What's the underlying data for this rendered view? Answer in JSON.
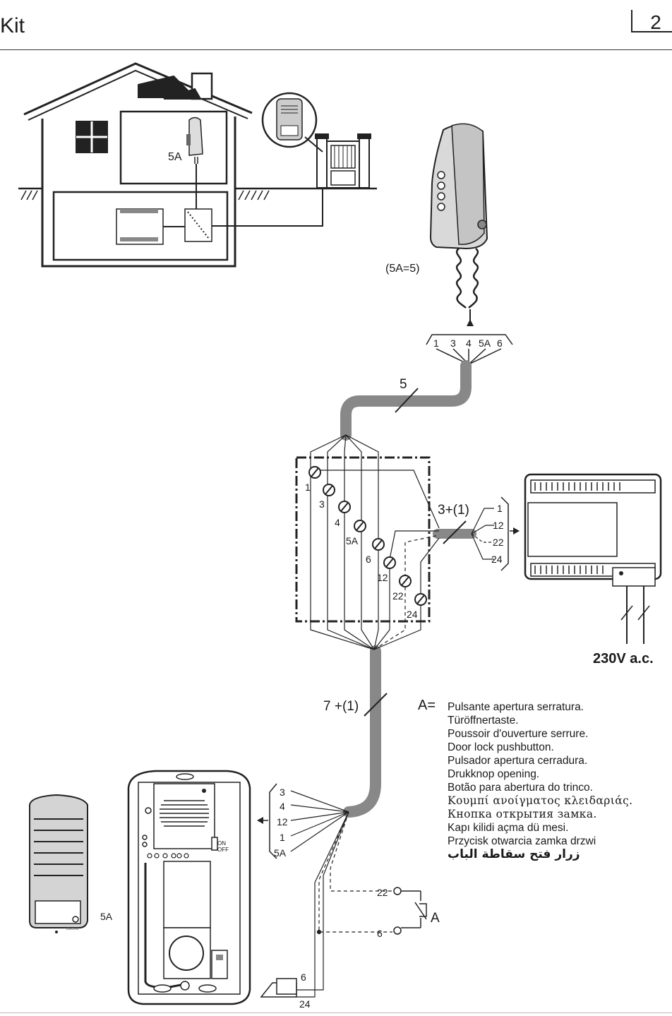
{
  "header": {
    "title": "Kit",
    "page_number": "2"
  },
  "labels": {
    "handset_house": "5A",
    "handset_note": "(5A=5)",
    "handset_terminals": [
      "1",
      "3",
      "4",
      "5A",
      "6"
    ],
    "cable_to_handset": "5",
    "junction_terminals": [
      "1",
      "3",
      "4",
      "5A",
      "6",
      "12",
      "22",
      "24"
    ],
    "cable_to_psu": "3+(1)",
    "psu_terminals": [
      "1",
      "12",
      "22",
      "24"
    ],
    "mains": "230V a.c.",
    "cable_to_panel": "7 +(1)",
    "panel_terminals": [
      "3",
      "4",
      "12",
      "1",
      "5A"
    ],
    "panel_label": "5A",
    "switch_terminal_22": "22",
    "switch_terminal_6": "6",
    "switch_label": "A",
    "lock_terminal_6": "6",
    "lock_terminal_24": "24",
    "on_label": "ON",
    "off_label": "OFF",
    "brand": "bticino"
  },
  "legend": {
    "key": "A=",
    "items": [
      "Pulsante apertura serratura.",
      "Türöffnertaste.",
      "Poussoir d'ouverture serrure.",
      "Door lock pushbutton.",
      "Pulsador apertura cerradura.",
      "Drukknop opening.",
      "Botão para abertura do trinco.",
      "Κουμπί ανοίγματος κλειδαριάς.",
      "Кнопка открытия замка.",
      "Kapı kilidi açma dü mesi.",
      "Przycisk otwarcia zamka drzwi",
      "زرار فتح سقاطة الباب"
    ]
  }
}
